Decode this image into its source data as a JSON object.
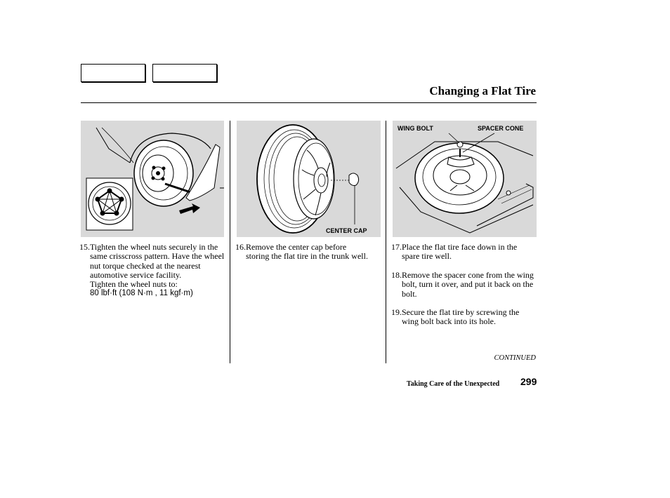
{
  "header": {
    "title": "Changing a Flat Tire"
  },
  "figures": {
    "center_cap_label": "CENTER CAP",
    "wing_bolt_label": "WING BOLT",
    "spacer_cone_label": "SPACER CONE"
  },
  "steps": [
    {
      "number": "15.",
      "text": "Tighten the wheel nuts securely in the same crisscross pattern. Have the wheel nut torque checked at the nearest automotive service facility.",
      "extra": "Tighten the wheel nuts to:",
      "torque": "80 lbf·ft (108 N·m , 11 kgf·m)"
    },
    {
      "number": "16.",
      "text": "Remove the center cap before storing the flat tire in the trunk well."
    },
    {
      "number": "17.",
      "text": "Place the flat tire face down in the spare tire well."
    },
    {
      "number": "18.",
      "text": "Remove the spacer cone from the wing bolt, turn it over, and put it back on the bolt."
    },
    {
      "number": "19.",
      "text": "Secure the flat tire by screwing the wing bolt back into its hole."
    }
  ],
  "footer": {
    "continued": "CONTINUED",
    "section": "Taking Care of the Unexpected",
    "page_number": "299"
  }
}
